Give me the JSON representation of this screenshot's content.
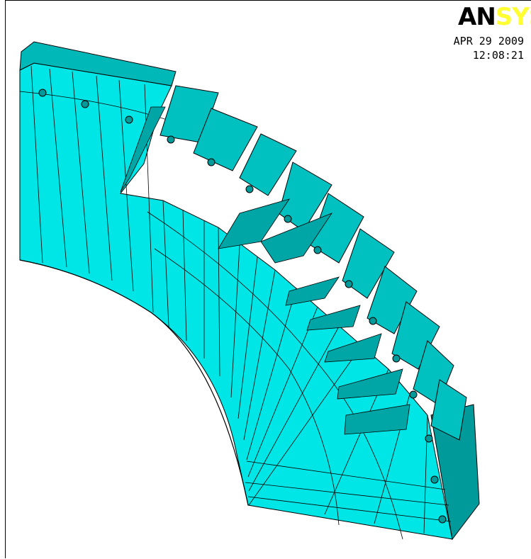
{
  "window": {
    "title": "ANSYS graphics window"
  },
  "logo": {
    "an": "AN",
    "sys": "SYS"
  },
  "stamp": {
    "date": "APR 29 2009",
    "time": "12:08:21"
  },
  "model": {
    "description_icon": "stator-core-sector-icon",
    "colors": {
      "face_light": "#00e5e5",
      "face_mid": "#00c0c0",
      "face_dark": "#009a9a",
      "edge": "#000000",
      "background": "#ffffff"
    }
  }
}
